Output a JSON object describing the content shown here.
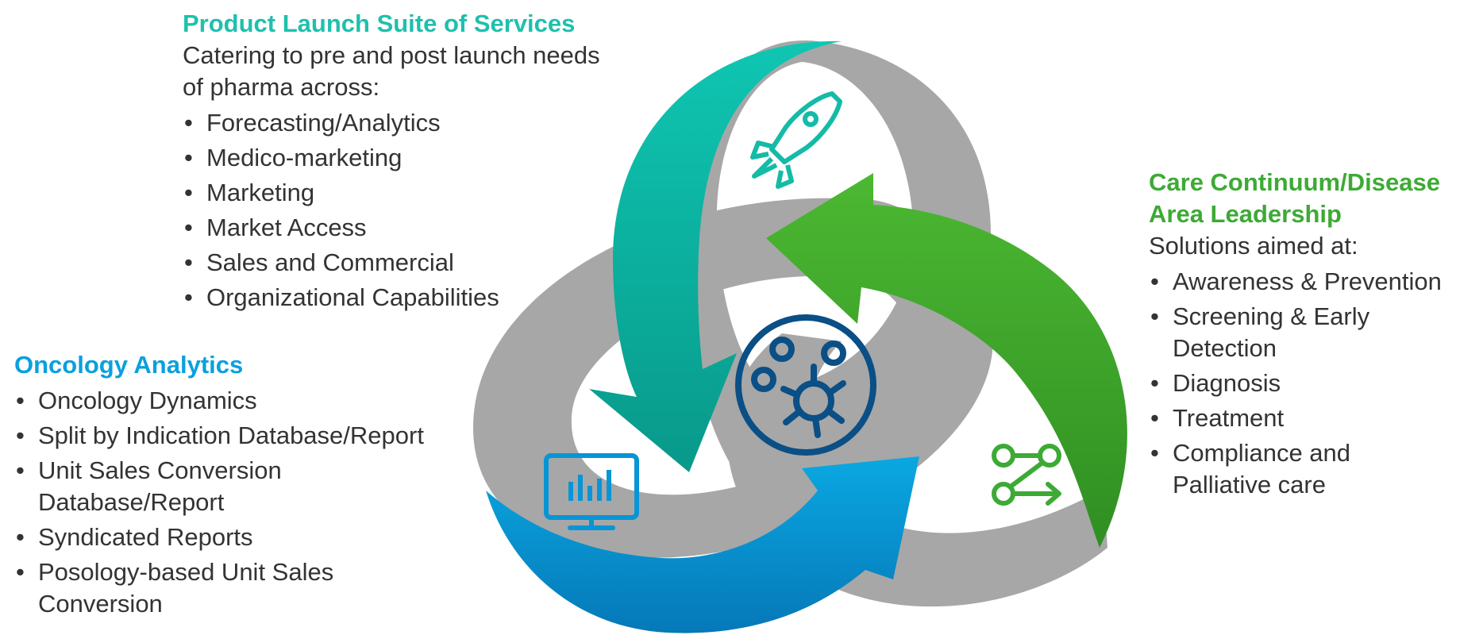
{
  "sections": {
    "product_launch": {
      "title": "Product Launch Suite of Services",
      "intro_line1": "Catering to pre and post launch needs",
      "intro_line2": "of pharma across:",
      "items": [
        "Forecasting/Analytics",
        "Medico-marketing",
        "Marketing",
        "Market Access",
        "Sales and Commercial",
        "Organizational Capabilities"
      ],
      "color": "#1fc0ad"
    },
    "care_continuum": {
      "title_line1": "Care Continuum/Disease",
      "title_line2": "Area Leadership",
      "intro": "Solutions aimed at:",
      "items": [
        {
          "line1": "Awareness & Prevention"
        },
        {
          "line1": "Screening & Early",
          "line2": "Detection"
        },
        {
          "line1": "Diagnosis"
        },
        {
          "line1": "Treatment"
        },
        {
          "line1": "Compliance and",
          "line2": "Palliative care"
        }
      ],
      "color": "#3daa35"
    },
    "oncology": {
      "title": "Oncology Analytics",
      "items": [
        {
          "line1": "Oncology Dynamics"
        },
        {
          "line1": "Split by Indication Database/Report"
        },
        {
          "line1": "Unit Sales Conversion",
          "line2": "Database/Report"
        },
        {
          "line1": "Syndicated Reports"
        },
        {
          "line1": "Posology-based Unit Sales",
          "line2": "Conversion"
        }
      ],
      "color": "#0aa0de"
    }
  },
  "diagram": {
    "ring_color": "#a7a7a7",
    "teal_arrow_color": "#0ab4a0",
    "green_arrow_color": "#3aa22b",
    "blue_arrow_color": "#0795d6",
    "center_color": "#0a4f86",
    "icons": [
      "rocket-icon",
      "monitor-chart-icon",
      "flow-arrow-icon",
      "cell-icon"
    ]
  }
}
